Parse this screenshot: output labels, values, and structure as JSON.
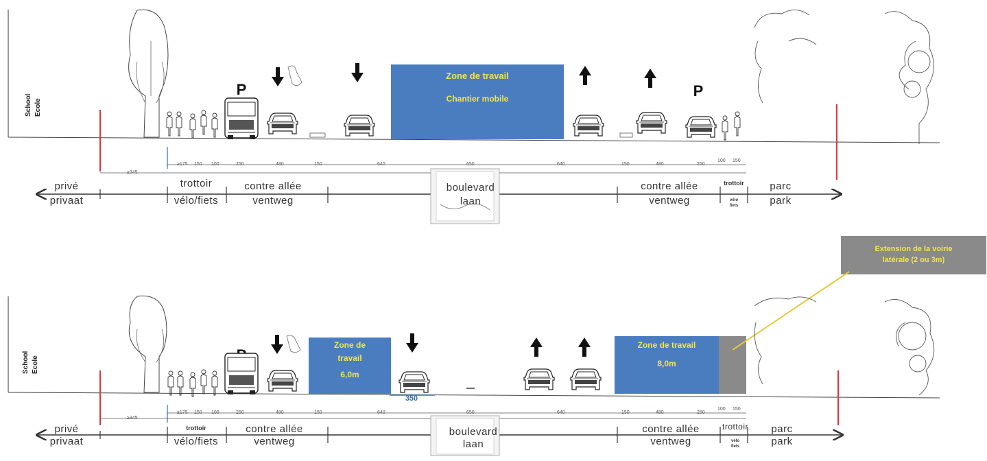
{
  "top": {
    "school": [
      "School",
      "Ecole"
    ],
    "parking_letter": "P",
    "zone": {
      "title": "Zone de travail",
      "subtitle": "Chantier mobile"
    },
    "dimensions": [
      "≥175",
      "150",
      "100",
      "250",
      "480",
      "150",
      "640",
      "650",
      "640",
      "150",
      "480",
      "250",
      "100",
      "150",
      "≥345"
    ],
    "labels": {
      "prive": [
        "privé",
        "privaat"
      ],
      "trottoir": [
        "trottoir",
        "vélo/fiets"
      ],
      "contre_allee_left": [
        "contre allée",
        "ventweg"
      ],
      "boulevard": [
        "boulevard",
        "laan"
      ],
      "contre_allee_right": [
        "contre allée",
        "ventweg"
      ],
      "trottoir_right": [
        "trottoir",
        "vélo",
        "fiets"
      ],
      "parc": [
        "parc",
        "park"
      ]
    }
  },
  "bottom": {
    "school": [
      "School",
      "Ecole"
    ],
    "parking_letter": "P",
    "zone_left": {
      "title": "Zone de",
      "line2": "travail",
      "width": "6,0m"
    },
    "zone_right": {
      "title": "Zone de travail",
      "width": "8,0m"
    },
    "lane_width": "350",
    "extension": [
      "Extension de la voirie",
      "latérale (2 ou 3m)"
    ],
    "dimensions": [
      "≥175",
      "150",
      "100",
      "250",
      "480",
      "150",
      "640",
      "650",
      "640",
      "150",
      "480",
      "250",
      "100",
      "150",
      "≥345"
    ],
    "labels": {
      "prive": [
        "privé",
        "privaat"
      ],
      "trottoir": [
        "trottoir",
        "vélo/fiets"
      ],
      "contre_allee_left": [
        "contre allée",
        "ventweg"
      ],
      "boulevard": [
        "boulevard",
        "laan"
      ],
      "contre_allee_right": [
        "contre allée",
        "ventweg"
      ],
      "trottoir_right": [
        "trottoir",
        "vélo",
        "fiets"
      ],
      "parc": [
        "parc",
        "park"
      ]
    }
  },
  "colors": {
    "zone_blue": "#4a7cc0",
    "zone_text": "#f2e64a",
    "extension_gray": "#8a8a8a",
    "limit_red": "#d9383f",
    "pointer_yellow": "#e6c83a"
  },
  "icons": [
    "tree-icon",
    "bus-icon",
    "car-icon",
    "arrow-down-icon",
    "arrow-up-icon",
    "pedestrian-icon",
    "bush-icon"
  ]
}
